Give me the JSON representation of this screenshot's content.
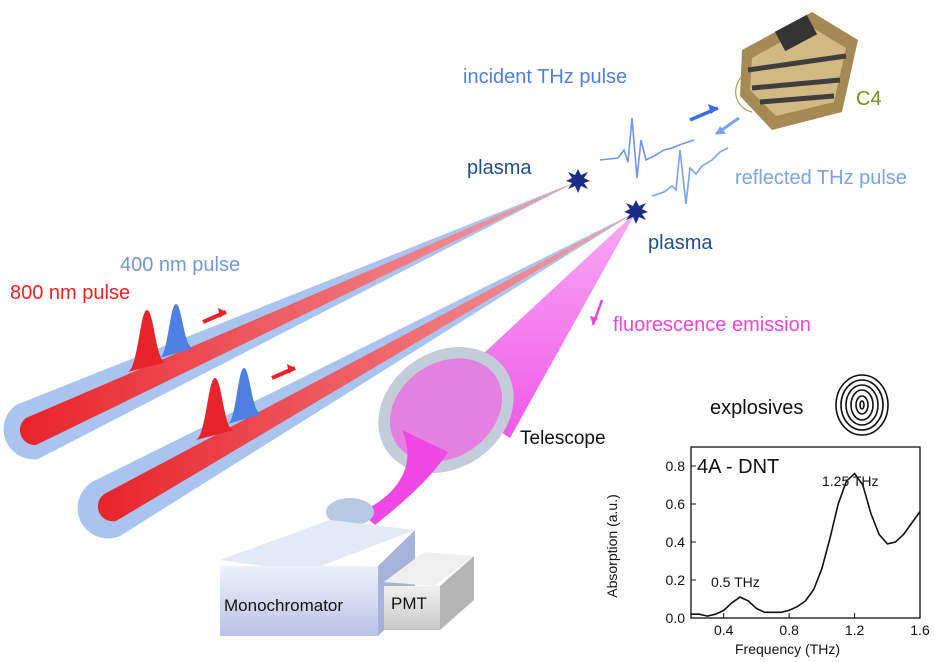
{
  "labels": {
    "incident": "incident THz pulse",
    "reflected": "reflected THz pulse",
    "c4": "C4",
    "plasma_top": "plasma",
    "plasma_bottom": "plasma",
    "pulse_400": "400 nm pulse",
    "pulse_800": "800 nm pulse",
    "fluorescence": "fluorescence emission",
    "telescope": "Telescope",
    "explosives": "explosives",
    "monochromator": "Monochromator",
    "pmt": "PMT"
  },
  "colors": {
    "beam_outer": "#a9c4ee",
    "beam_inner": "#e8232a",
    "fluorescence": "#f35ff0",
    "plasma": "#1c2b86",
    "thz_wave": "#6f97e8",
    "c4_label": "#7a8a17"
  },
  "icons": [
    "plasma-star-icon",
    "c4-explosive-icon",
    "fingerprint-icon",
    "direction-arrow-icon"
  ],
  "chart_data": {
    "type": "line",
    "title": "4A - DNT",
    "xlabel": "Frequency (THz)",
    "ylabel": "Absorption (a.u.)",
    "xlim": [
      0.2,
      1.6
    ],
    "ylim": [
      0.0,
      0.9
    ],
    "xticks": [
      "0.4",
      "0.8",
      "1.2",
      "1.6"
    ],
    "yticks": [
      "0.0",
      "0.2",
      "0.4",
      "0.6",
      "0.8"
    ],
    "x": [
      0.2,
      0.25,
      0.3,
      0.35,
      0.4,
      0.45,
      0.5,
      0.55,
      0.6,
      0.65,
      0.7,
      0.75,
      0.8,
      0.85,
      0.9,
      0.95,
      1.0,
      1.05,
      1.1,
      1.15,
      1.2,
      1.25,
      1.3,
      1.35,
      1.4,
      1.45,
      1.5,
      1.55,
      1.6
    ],
    "series": [
      {
        "values": [
          0.02,
          0.02,
          0.01,
          0.02,
          0.04,
          0.08,
          0.11,
          0.09,
          0.05,
          0.03,
          0.03,
          0.03,
          0.04,
          0.06,
          0.09,
          0.15,
          0.26,
          0.42,
          0.6,
          0.72,
          0.76,
          0.7,
          0.55,
          0.44,
          0.39,
          0.4,
          0.44,
          0.5,
          0.56
        ]
      }
    ],
    "annotations": [
      {
        "text": "1.25 THz",
        "x": 1.25,
        "y": 0.76
      },
      {
        "text": "0.5 THz",
        "x": 0.5,
        "y": 0.11
      }
    ],
    "grid": false,
    "legend": "none"
  }
}
